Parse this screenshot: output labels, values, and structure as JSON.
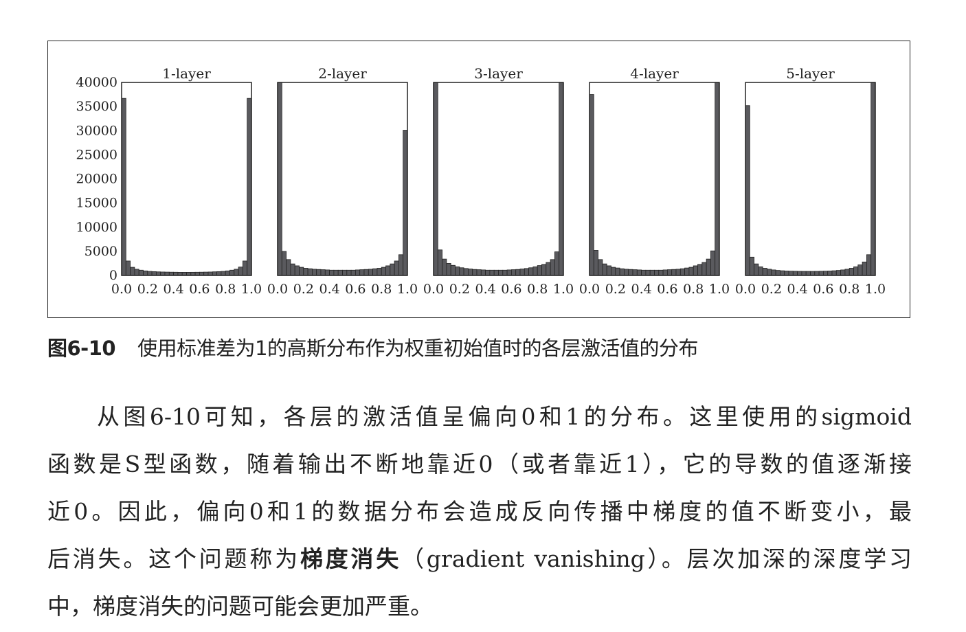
{
  "figure": {
    "caption_number": "图6-10",
    "caption_text": "使用标准差为1的高斯分布作为权重初始值时的各层激活值的分布",
    "bar_color": "#5a5a5e",
    "edge_color": "#222222"
  },
  "chart_data": {
    "type": "bar",
    "ylim": [
      0,
      40000
    ],
    "yticks": [
      "40000",
      "35000",
      "30000",
      "25000",
      "20000",
      "15000",
      "10000",
      "5000",
      "0"
    ],
    "xlim": [
      0.0,
      1.0
    ],
    "xticks": [
      "0.0",
      "0.2",
      "0.4",
      "0.6",
      "0.8",
      "1.0"
    ],
    "bins": 30,
    "panels": [
      {
        "title": "1-layer",
        "values": [
          36700,
          3000,
          1700,
          1300,
          1100,
          950,
          850,
          800,
          750,
          720,
          700,
          680,
          670,
          650,
          650,
          650,
          660,
          670,
          680,
          700,
          720,
          760,
          800,
          850,
          950,
          1100,
          1300,
          1750,
          3000,
          36700
        ]
      },
      {
        "title": "2-layer",
        "values": [
          40000,
          5000,
          3300,
          2400,
          2000,
          1700,
          1500,
          1400,
          1300,
          1250,
          1200,
          1150,
          1100,
          1100,
          1100,
          1100,
          1100,
          1100,
          1150,
          1200,
          1250,
          1300,
          1400,
          1500,
          1700,
          2000,
          2400,
          3000,
          4300,
          30100
        ]
      },
      {
        "title": "3-layer",
        "values": [
          40000,
          5300,
          3400,
          2500,
          2100,
          1800,
          1600,
          1450,
          1350,
          1250,
          1200,
          1150,
          1100,
          1100,
          1100,
          1100,
          1100,
          1150,
          1200,
          1250,
          1350,
          1450,
          1600,
          1800,
          2050,
          2300,
          2700,
          3300,
          4900,
          40000
        ]
      },
      {
        "title": "4-layer",
        "values": [
          37500,
          5200,
          3300,
          2400,
          2000,
          1700,
          1550,
          1400,
          1300,
          1250,
          1200,
          1150,
          1100,
          1100,
          1100,
          1100,
          1100,
          1150,
          1200,
          1250,
          1300,
          1400,
          1550,
          1700,
          2000,
          2300,
          2700,
          3400,
          5100,
          40000
        ]
      },
      {
        "title": "5-layer",
        "values": [
          35200,
          3800,
          2400,
          1800,
          1500,
          1300,
          1150,
          1050,
          980,
          930,
          900,
          880,
          860,
          850,
          850,
          850,
          860,
          880,
          900,
          930,
          980,
          1050,
          1150,
          1300,
          1500,
          1800,
          2200,
          2800,
          4300,
          40000
        ]
      }
    ]
  },
  "body": {
    "line1": "从图6-10可知，各层的激活值呈偏向0和1的分布。这里使用的sigmoid",
    "line2": "函数是S型函数，随着输出不断地靠近0（或者靠近1），它的导数的值逐渐接",
    "line3": "近0。因此，偏向0和1的数据分布会造成反向传播中梯度的值不断变小，最",
    "line4_pre": "后消失。这个问题称为",
    "line4_bold": "梯度消失",
    "line4_post": "（gradient vanishing）。层次加深的深度学习",
    "line5": "中，梯度消失的问题可能会更加严重。"
  }
}
